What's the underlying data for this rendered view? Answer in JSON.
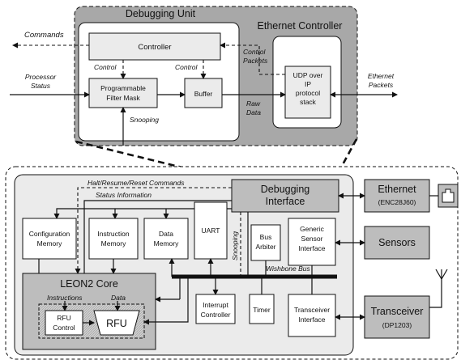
{
  "labels": {
    "debugging_unit": "Debugging Unit",
    "ethernet_controller": "Ethernet Controller",
    "controller": "Controller",
    "prog_filter_1": "Programmable",
    "prog_filter_2": "Filter Mask",
    "buffer": "Buffer",
    "udp_1": "UDP over",
    "udp_2": "IP",
    "udp_3": "protocol",
    "udp_4": "stack",
    "commands": "Commands",
    "processor_status_1": "Processor",
    "processor_status_2": "Status",
    "control_left": "Control",
    "control_right": "Control",
    "control_packets_1": "Control",
    "control_packets_2": "Packets",
    "raw_data_1": "Raw",
    "raw_data_2": "Data",
    "snooping_top": "Snooping",
    "ethernet_packets_1": "Ethernet",
    "ethernet_packets_2": "Packets",
    "halt_resume": "Halt/Resume/Reset Commands",
    "status_info": "Status Information",
    "debugging_interface_1": "Debugging",
    "debugging_interface_2": "Interface",
    "ethernet_1": "Ethernet",
    "ethernet_2": "(ENC28J60)",
    "sensors": "Sensors",
    "transceiver_1": "Transceiver",
    "transceiver_2": "(DP1203)",
    "config_mem_1": "Configuration",
    "config_mem_2": "Memory",
    "instr_mem_1": "Instruction",
    "instr_mem_2": "Memory",
    "data_mem_1": "Data",
    "data_mem_2": "Memory",
    "uart": "UART",
    "snooping_bottom": "Snooping",
    "bus_arbiter_1": "Bus",
    "bus_arbiter_2": "Arbiter",
    "gen_sensor_1": "Generic",
    "gen_sensor_2": "Sensor",
    "gen_sensor_3": "Interface",
    "wishbone_bus": "Wishbone Bus",
    "leon2_core": "LEON2 Core",
    "instructions": "Instructions",
    "data": "Data",
    "rfu_control_1": "RFU",
    "rfu_control_2": "Control",
    "rfu": "RFU",
    "interrupt_1": "Interrupt",
    "interrupt_2": "Controller",
    "timer": "Timer",
    "transceiver_if_1": "Transceiver",
    "transceiver_if_2": "Interface"
  },
  "colors": {
    "outer_dark": "#a8a8a8",
    "panel_light": "#ebebeb",
    "block_mid": "#bdbdbd",
    "outline": "#111111"
  }
}
